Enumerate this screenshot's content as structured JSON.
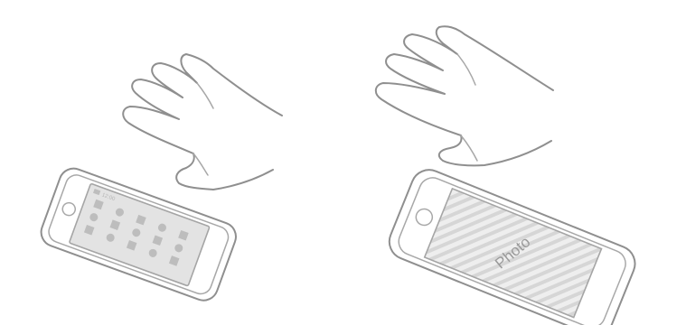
{
  "scene": {
    "left_phone": {
      "status_text": "12:00",
      "icon_grid": [
        [
          "square",
          "circle",
          "square",
          "circle",
          "square"
        ],
        [
          "circle",
          "square",
          "circle",
          "square",
          "circle"
        ],
        [
          "square",
          "circle",
          "square",
          "circle",
          "square"
        ]
      ]
    },
    "right_phone": {
      "photo_label": "Photo"
    },
    "colors": {
      "outline": "#8f8f8f",
      "screen_fill": "#e3e3e3",
      "stripe": "#d6d6d6",
      "icon": "#bdbdbd"
    }
  }
}
